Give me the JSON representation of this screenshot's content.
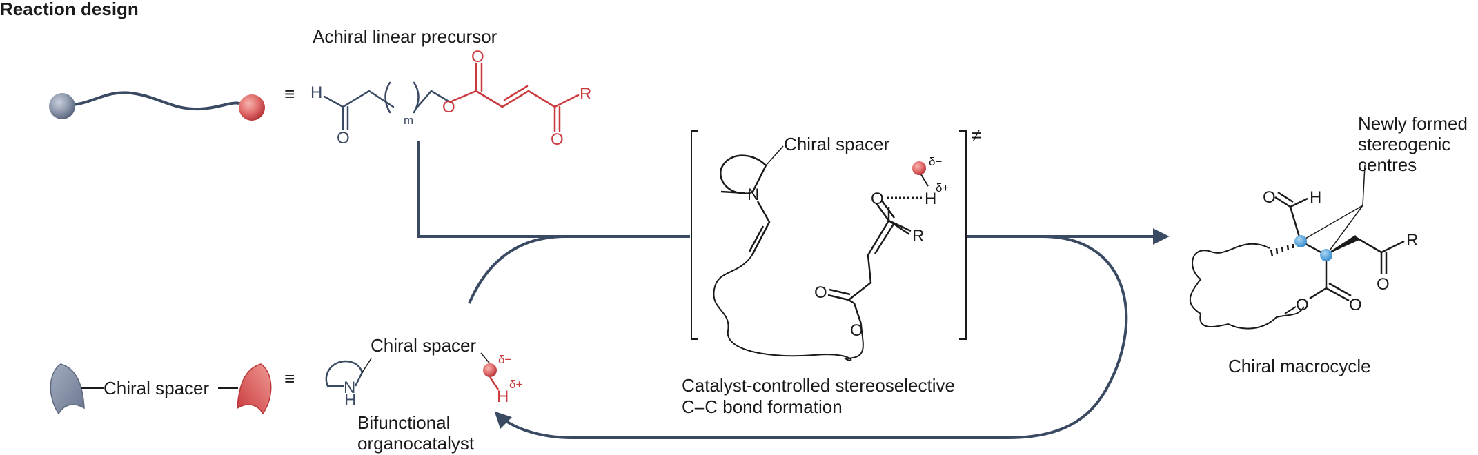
{
  "title": "Reaction design",
  "labels": {
    "achiral_precursor": "Achiral linear precursor",
    "chiral_spacer_ts": "Chiral spacer",
    "chiral_spacer_left": "Chiral spacer",
    "chiral_spacer_catalyst": "Chiral spacer",
    "bifunctional_line1": "Bifunctional",
    "bifunctional_line2": "organocatalyst",
    "caption_line1": "Catalyst-controlled stereoselective",
    "caption_line2": "C–C bond formation",
    "newly_line1": "Newly formed",
    "newly_line2": "stereogenic",
    "newly_line3": "centres",
    "chiral_macrocycle": "Chiral macrocycle",
    "equiv_symbol": "≡",
    "double_dagger": "≠"
  },
  "atoms": {
    "H": "H",
    "O": "O",
    "N": "N",
    "R": "R",
    "m": "m",
    "delta_minus": "δ−",
    "delta_plus": "δ+"
  },
  "colors": {
    "navy": "#3b4a63",
    "red": "#c9393d",
    "blue_dot": "#4a9bd6",
    "grey_sphere": "#8c97ab",
    "red_sphere": "#e06b6b",
    "text": "#1a1a1a"
  }
}
